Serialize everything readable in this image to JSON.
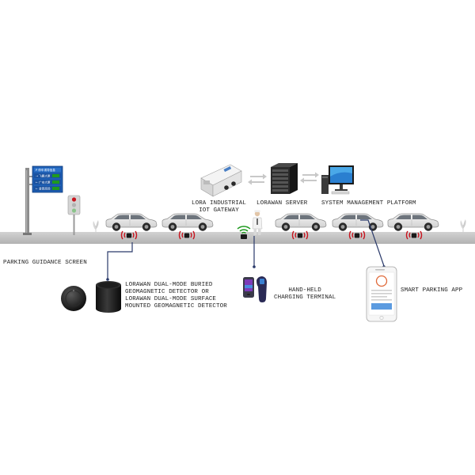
{
  "labels": {
    "gateway": "LORA INDUSTRIAL\nIOT GATEWAY",
    "server": "LORAWAN SERVER",
    "platform": "SYSTEM MANAGEMENT PLATFORM",
    "guidance_screen": "PARKING GUIDANCE SCREEN",
    "detector": "LORAWAN DUAL-MODE BURIED\nGEOMAGNETIC DETECTOR OR\nLORAWAN DUAL-MODE SURFACE\nMOUNTED GEOMAGNETIC DETECTOR",
    "handheld": "HAND-HELD\nCHARGING TERMINAL",
    "app": "SMART PARKING APP"
  },
  "colors": {
    "road": "#c4c4c4",
    "signal_red": "#c8141e",
    "signal_green": "#1f9a1f",
    "sign_blue": "#1e5fb4",
    "car_body": "#eaeaea",
    "leader_line": "#2a3a6a"
  }
}
